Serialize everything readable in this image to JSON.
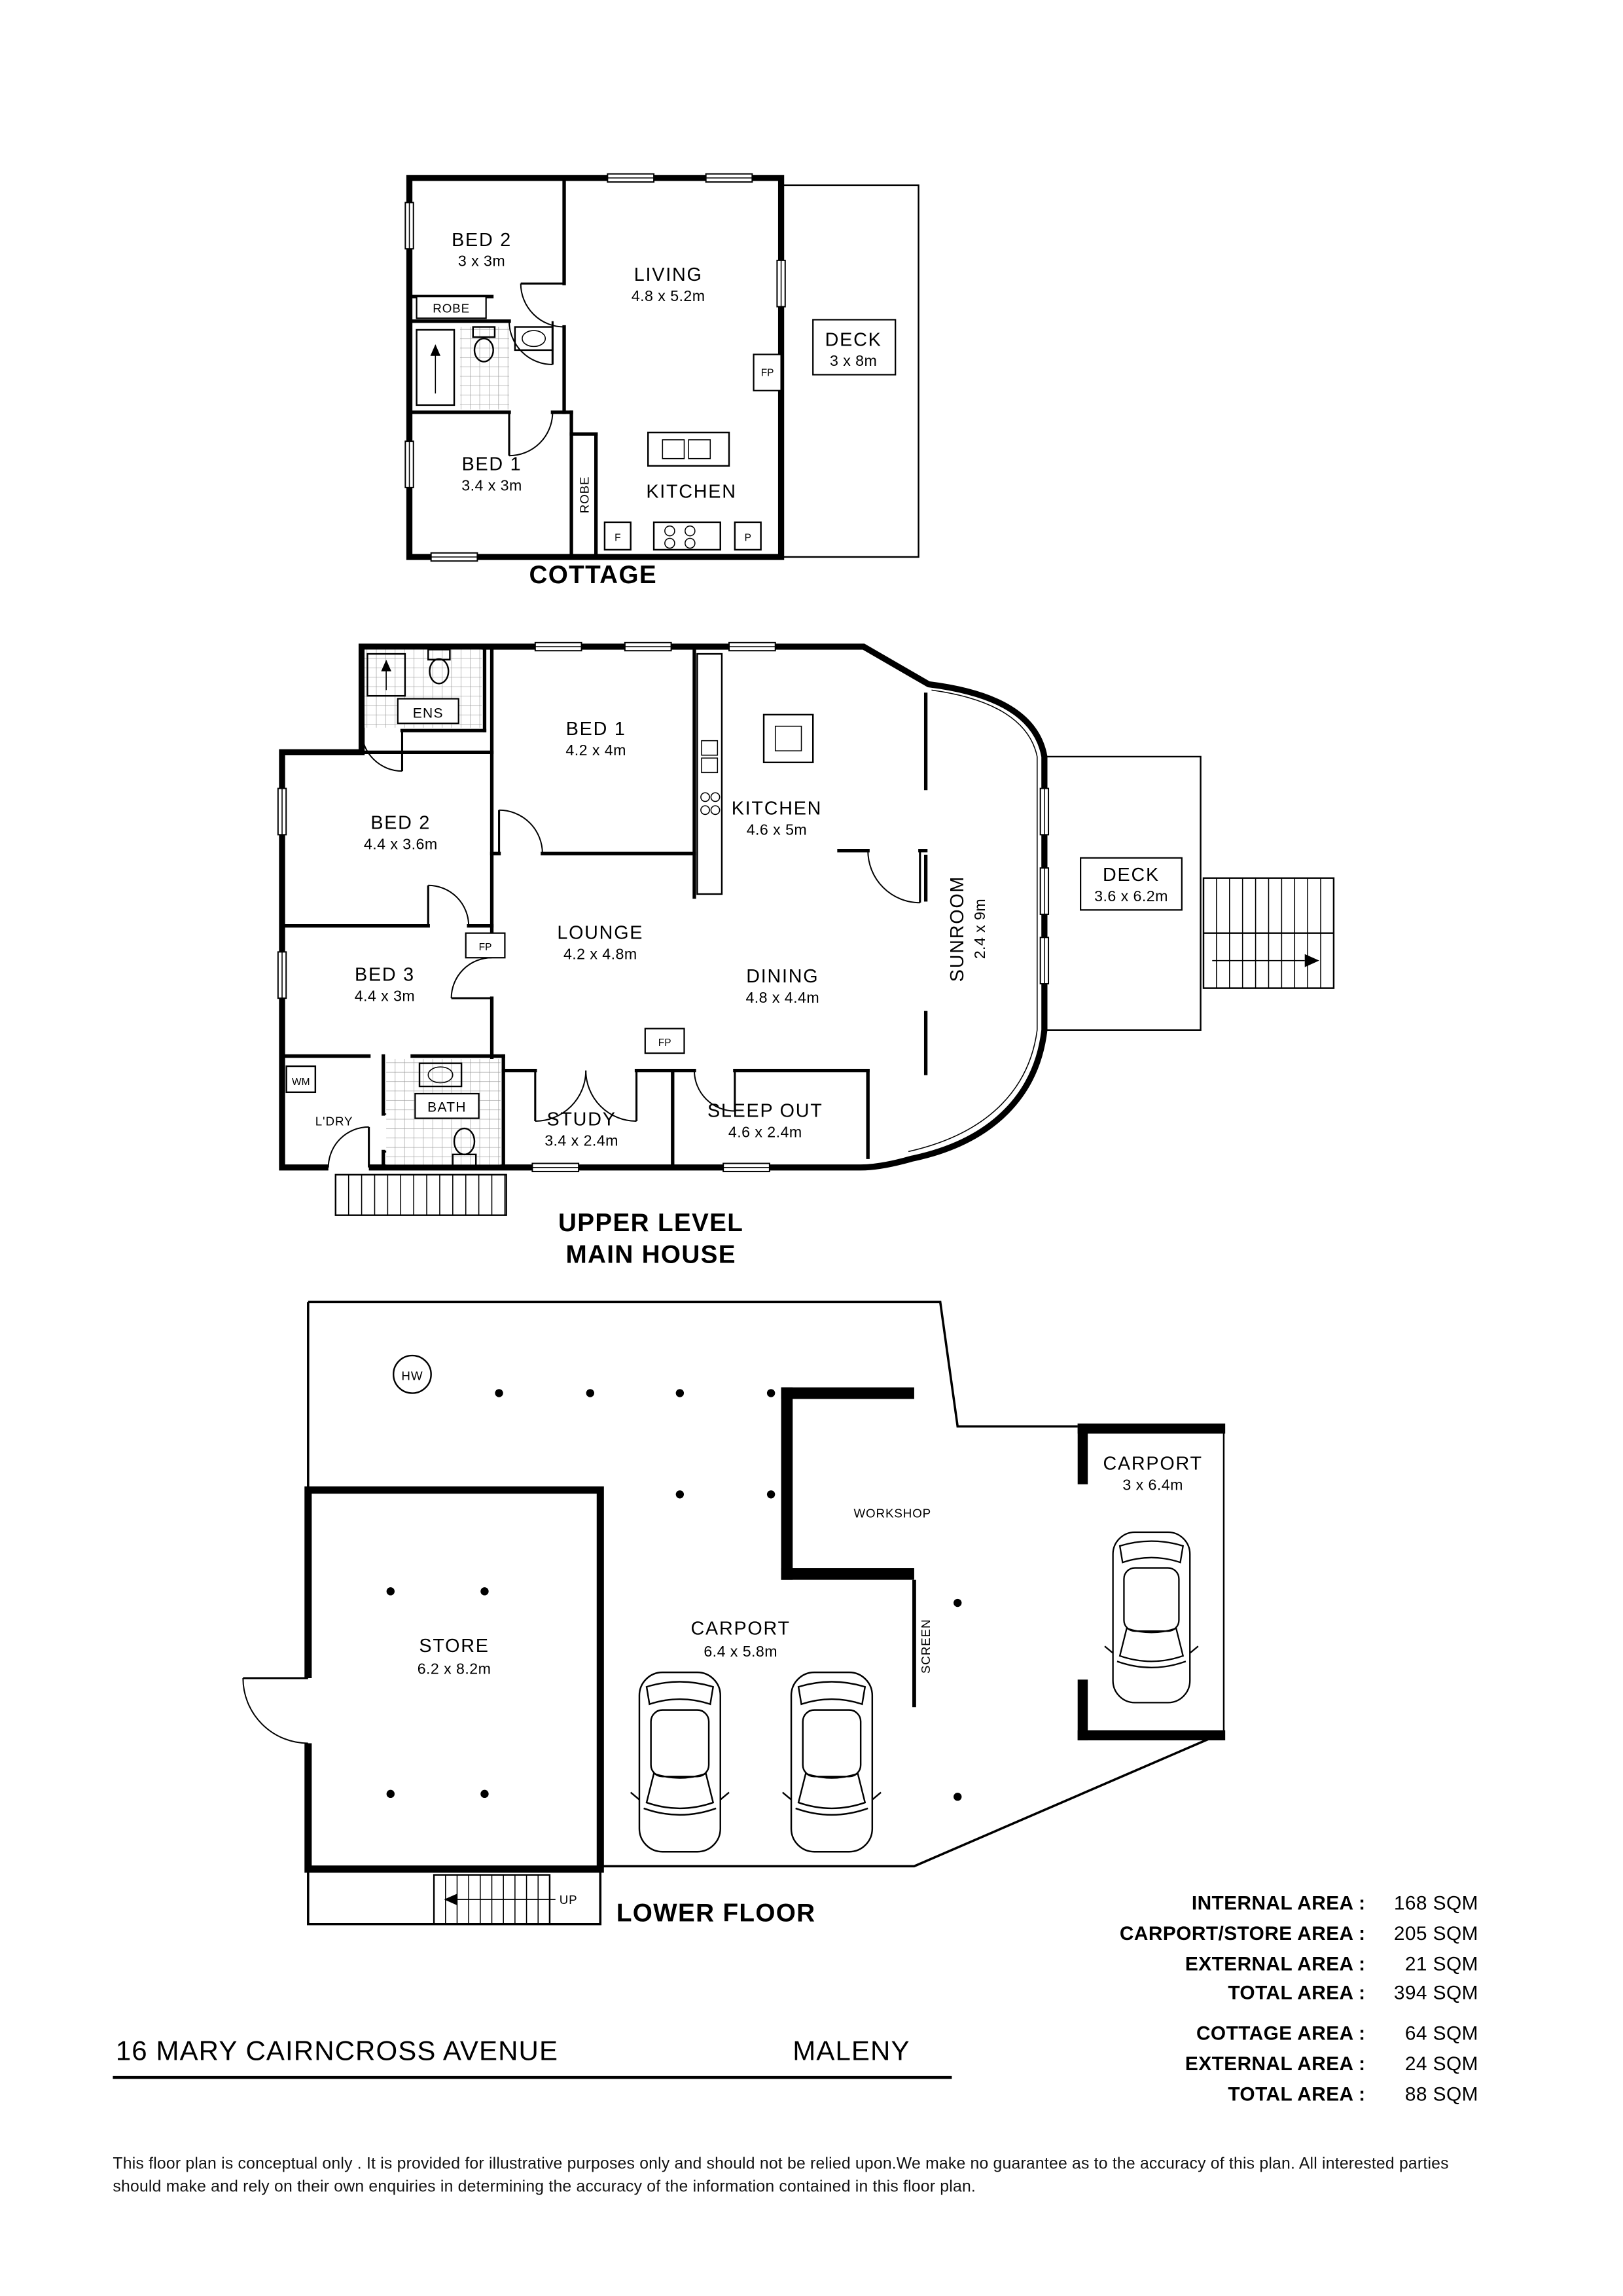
{
  "colors": {
    "ink": "#000000",
    "paper": "#ffffff"
  },
  "cottage": {
    "title": "COTTAGE",
    "bed2_name": "BED 2",
    "bed2_dims": "3 x 3m",
    "living_name": "LIVING",
    "living_dims": "4.8 x 5.2m",
    "deck_name": "DECK",
    "deck_dims": "3 x 8m",
    "bed1_name": "BED 1",
    "bed1_dims": "3.4 x 3m",
    "kitchen_name": "KITCHEN",
    "robe_top": "ROBE",
    "robe_side": "ROBE",
    "fp": "FP",
    "f": "F",
    "p": "P"
  },
  "upper": {
    "title1": "UPPER LEVEL",
    "title2": "MAIN HOUSE",
    "ens": "ENS",
    "bed1_name": "BED 1",
    "bed1_dims": "4.2 x 4m",
    "kitchen_name": "KITCHEN",
    "kitchen_dims": "4.6 x 5m",
    "bed2_name": "BED 2",
    "bed2_dims": "4.4 x 3.6m",
    "lounge_name": "LOUNGE",
    "lounge_dims": "4.2 x 4.8m",
    "dining_name": "DINING",
    "dining_dims": "4.8 x 4.4m",
    "sunroom_name": "SUNROOM",
    "sunroom_dims": "2.4 x 9m",
    "deck_name": "DECK",
    "deck_dims": "3.6 x 6.2m",
    "bed3_name": "BED 3",
    "bed3_dims": "4.4 x 3m",
    "ldry": "L'DRY",
    "bath": "BATH",
    "wm": "WM",
    "study_name": "STUDY",
    "study_dims": "3.4 x 2.4m",
    "sleepout_name": "SLEEP OUT",
    "sleepout_dims": "4.6 x 2.4m",
    "fp1": "FP",
    "fp2": "FP"
  },
  "lower": {
    "title": "LOWER FLOOR",
    "hw": "HW",
    "workshop": "WORKSHOP",
    "screen": "SCREEN",
    "up": "UP",
    "store_name": "STORE",
    "store_dims": "6.2 x 8.2m",
    "carport_name": "CARPORT",
    "carport_dims": "6.4 x 5.8m",
    "carport2_name": "CARPORT",
    "carport2_dims": "3 x 6.4m"
  },
  "areas": {
    "main": [
      {
        "label": "INTERNAL AREA :",
        "value": "168 SQM"
      },
      {
        "label": "CARPORT/STORE AREA :",
        "value": "205 SQM"
      },
      {
        "label": "EXTERNAL AREA :",
        "value": "21 SQM"
      },
      {
        "label": "TOTAL AREA :",
        "value": "394 SQM"
      }
    ],
    "cottage": [
      {
        "label": "COTTAGE AREA :",
        "value": "64 SQM"
      },
      {
        "label": "EXTERNAL AREA :",
        "value": "24 SQM"
      },
      {
        "label": "TOTAL AREA :",
        "value": "88 SQM"
      }
    ]
  },
  "address": {
    "street": "16 MARY CAIRNCROSS AVENUE",
    "suburb": "MALENY"
  },
  "disclaimer": "This floor plan  is conceptual only . It is provided for illustrative purposes only and should not be relied upon.We make no guarantee as to the accuracy of this plan. All interested parties should make and rely on their own enquiries in determining the accuracy of the information contained in this floor plan."
}
